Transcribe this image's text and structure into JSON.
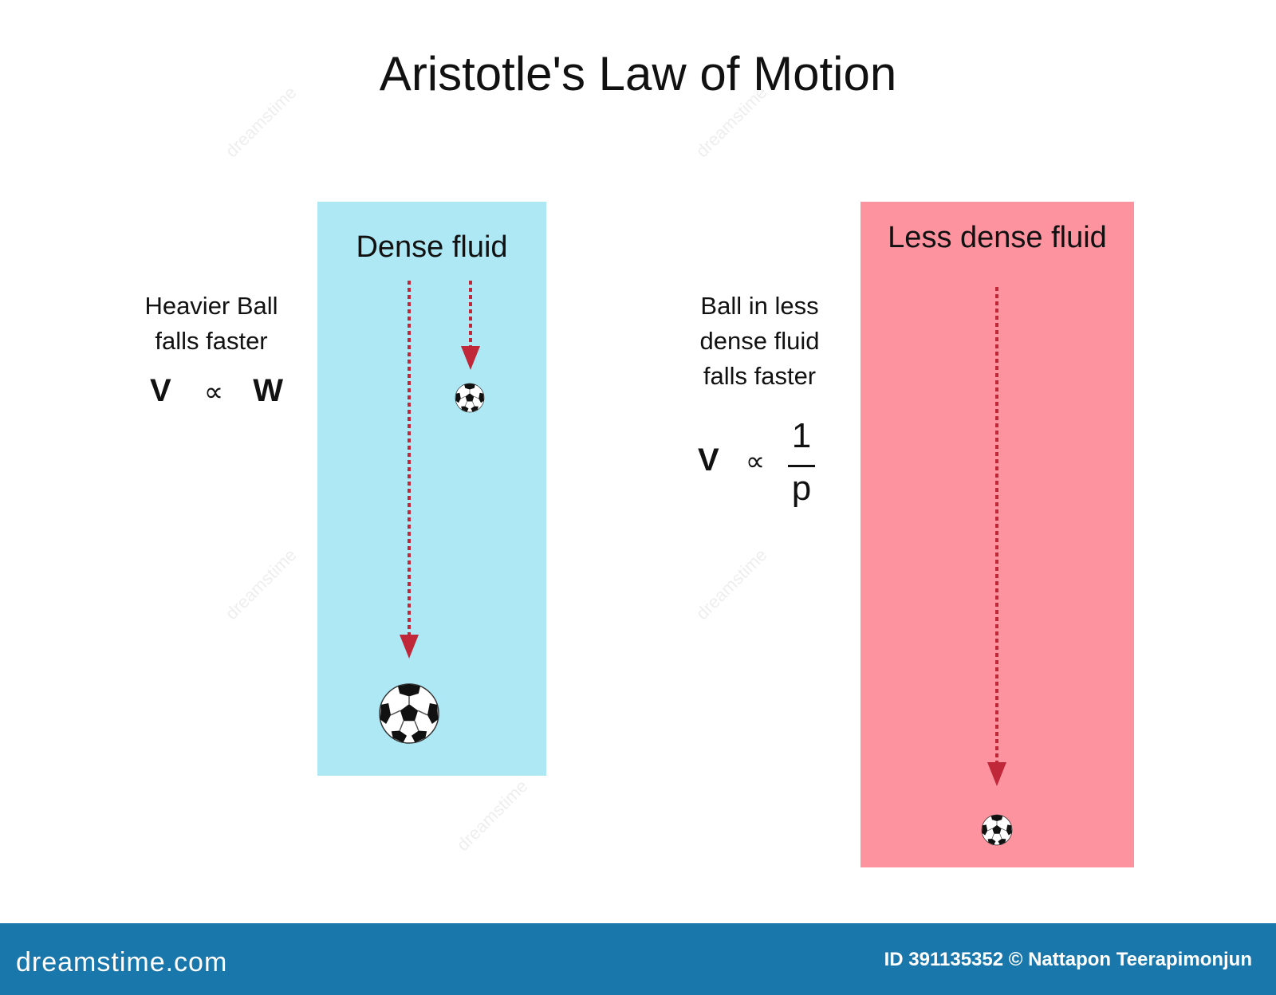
{
  "title": "Aristotle's Law of Motion",
  "dense_panel": {
    "label": "Dense fluid",
    "color": "#ade8f4"
  },
  "less_dense_panel": {
    "label": "Less dense fluid",
    "color": "#fd939e"
  },
  "heavy_note": {
    "lines": [
      "Heavier Ball",
      "falls faster"
    ],
    "formula": {
      "left": "V",
      "symbol": "∝",
      "right": "W"
    }
  },
  "less_note": {
    "lines": [
      "Ball in less",
      "dense fluid",
      "falls faster"
    ],
    "formula": {
      "left": "V",
      "symbol": "∝",
      "numerator": "1",
      "denominator": "p"
    }
  },
  "arrow_color": "#c0283a",
  "watermark": "dreamstime",
  "footer": {
    "brand": "dreamstime.com",
    "credit": "ID 391135352 © Nattapon Teerapimonjun",
    "color": "#1a77ac"
  }
}
